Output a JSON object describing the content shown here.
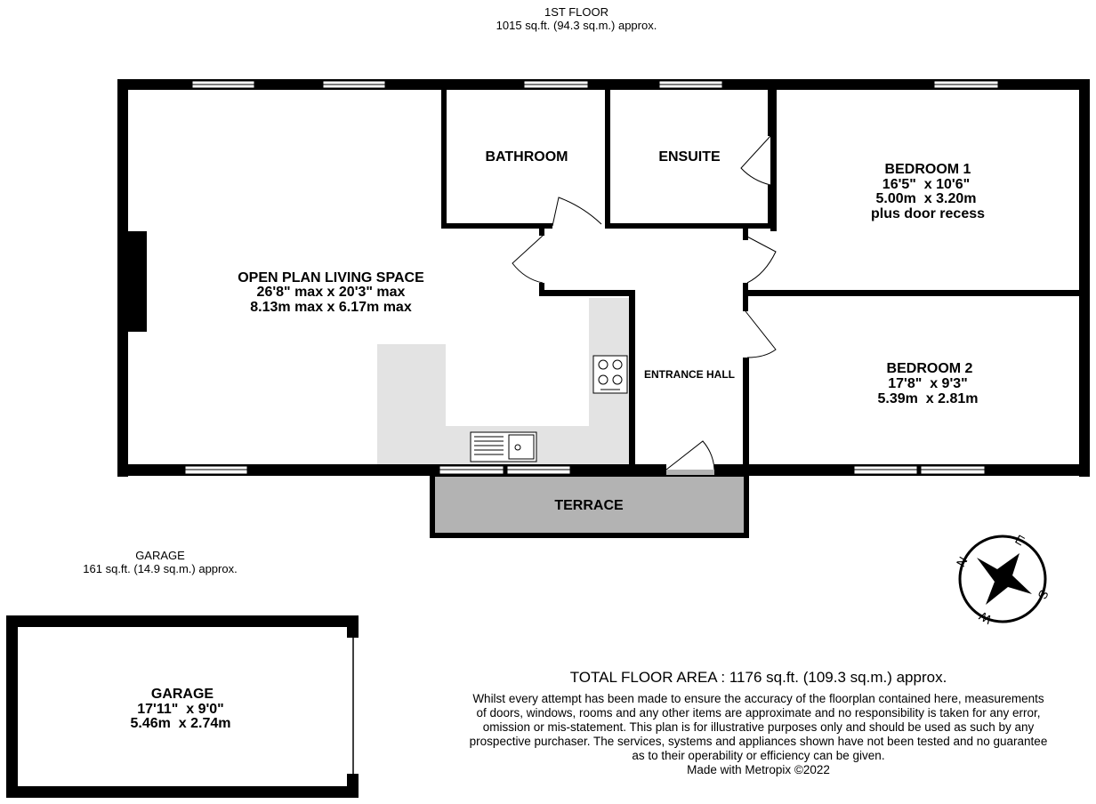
{
  "first_floor": {
    "name": "1ST FLOOR",
    "area": "1015 sq.ft. (94.3 sq.m.) approx."
  },
  "garage_floor": {
    "name": "GARAGE",
    "area": "161 sq.ft. (14.9 sq.m.) approx."
  },
  "rooms": {
    "bathroom": {
      "name": "BATHROOM"
    },
    "ensuite": {
      "name": "ENSUITE"
    },
    "bedroom1": {
      "name": "BEDROOM 1",
      "dim_imperial": "16'5\"  x 10'6\"",
      "dim_metric": "5.00m  x 3.20m",
      "note": "plus door recess"
    },
    "living": {
      "name": "OPEN PLAN LIVING SPACE",
      "dim_imperial": "26'8\" max x 20'3\" max",
      "dim_metric": "8.13m max x 6.17m max"
    },
    "hall": {
      "name": "ENTRANCE HALL"
    },
    "bedroom2": {
      "name": "BEDROOM 2",
      "dim_imperial": "17'8\"  x 9'3\"",
      "dim_metric": "5.39m  x 2.81m"
    },
    "terrace": {
      "name": "TERRACE"
    },
    "garage": {
      "name": "GARAGE",
      "dim_imperial": "17'11\"  x 9'0\"",
      "dim_metric": "5.46m  x 2.74m"
    }
  },
  "compass": {
    "n": "N",
    "e": "E",
    "s": "S",
    "w": "W"
  },
  "total_area": "TOTAL FLOOR AREA : 1176 sq.ft. (109.3 sq.m.) approx.",
  "disclaimer": [
    "Whilst every attempt has been made to ensure the accuracy of the floorplan contained here, measurements",
    "of doors, windows, rooms and any other items are approximate and no responsibility is taken for any error,",
    "omission or mis-statement. This plan is for illustrative purposes only and should be used as such by any",
    "prospective purchaser. The services, systems and appliances shown have not been tested and no guarantee",
    "as to their operability or efficiency can be given."
  ],
  "credit": "Made with Metropix ©2022",
  "colors": {
    "wall": "#000000",
    "kitchen": "#e3e3e3",
    "terrace": "#b3b3b3"
  }
}
